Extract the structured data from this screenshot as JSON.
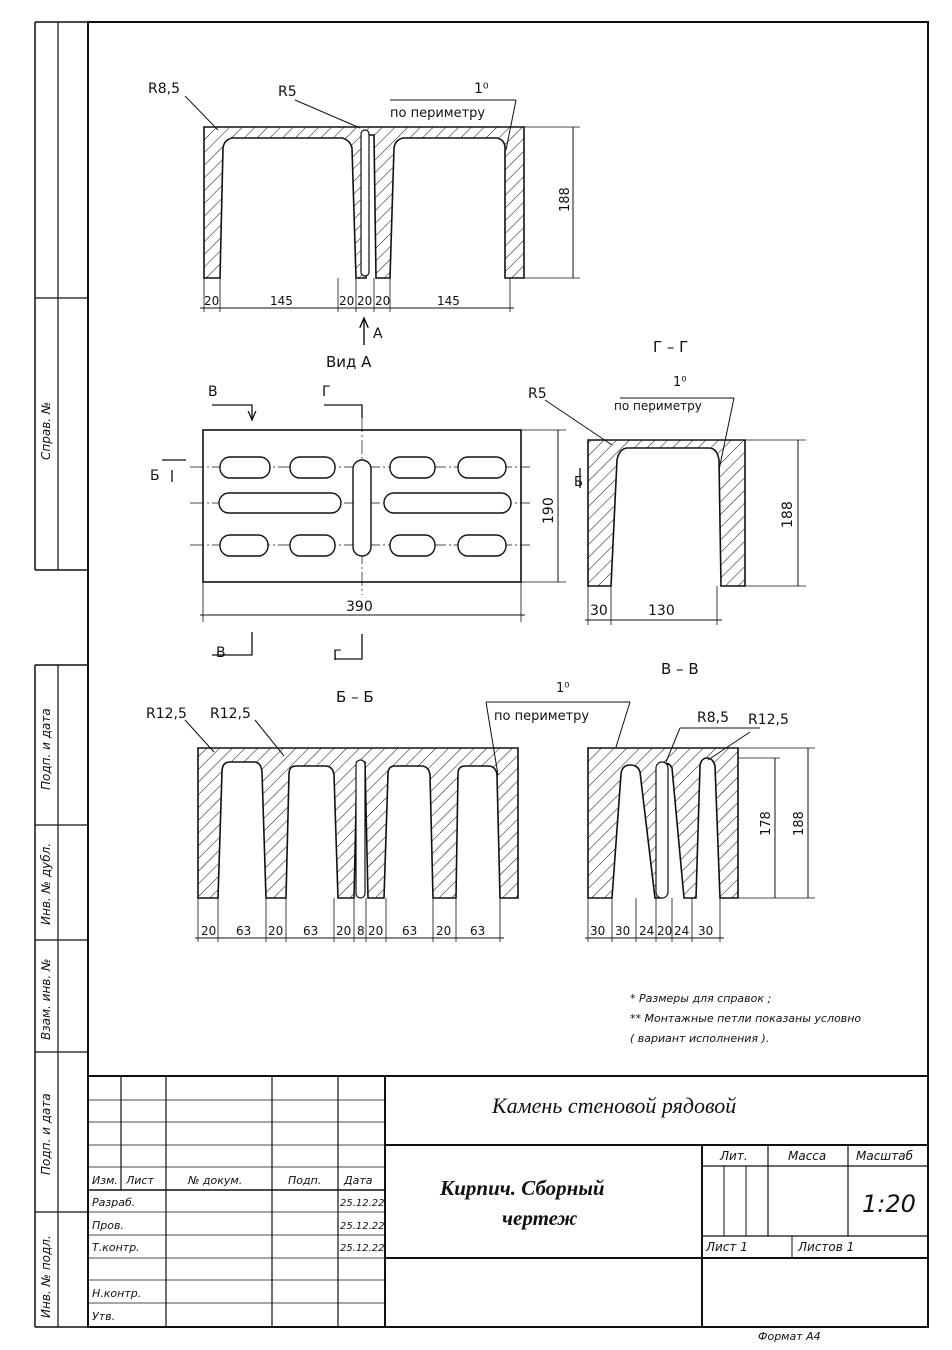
{
  "frame": {
    "side_labels": [
      "Справ. №",
      "Подп. и дата",
      "Инв. № дубл.",
      "Взам. инв. №",
      "Подп. и дата",
      "Инв. № подл."
    ],
    "format": "Формат А4"
  },
  "views": {
    "front": {
      "r1": "R8,5",
      "r2": "R5",
      "slope_top": "1⁰",
      "slope_bottom": "по периметру",
      "height": "188",
      "dims": [
        "20",
        "145",
        "20",
        "20",
        "20",
        "145"
      ],
      "view_arrow": "А"
    },
    "plan": {
      "title": "Вид А",
      "sec_v": "В",
      "sec_g": "Г",
      "sec_b": "Б",
      "width": "390",
      "height": "190"
    },
    "gg": {
      "title": "Г – Г",
      "r": "R5",
      "slope_top": "1⁰",
      "slope_bottom": "по периметру",
      "sec_b": "Б",
      "height": "188",
      "dims": [
        "30",
        "130"
      ]
    },
    "bb": {
      "title": "Б – Б",
      "r1": "R12,5",
      "r2": "R12,5",
      "slope_top": "1⁰",
      "slope_bottom": "по периметру",
      "dims": [
        "20",
        "63",
        "20",
        "63",
        "20",
        "8",
        "20",
        "63",
        "20",
        "63"
      ]
    },
    "vv": {
      "title": "В – В",
      "r1": "R8,5",
      "r2": "R12,5",
      "inner_height": "178",
      "height": "188",
      "dims": [
        "30",
        "30",
        "24",
        "20",
        "24",
        "30"
      ]
    }
  },
  "notes": [
    "* Размеры для справок ;",
    "** Монтажные петли показаны условно",
    "( вариант исполнения )."
  ],
  "title_block": {
    "doc_name": "Камень стеновой рядовой",
    "title_line1": "Кирпич. Сборный",
    "title_line2": "чертеж",
    "col_headers": [
      "Изм.",
      "Лист",
      "№ докум.",
      "Подп.",
      "Дата"
    ],
    "rows": [
      {
        "role": "Разраб.",
        "date": "25.12.22"
      },
      {
        "role": "Пров.",
        "date": "25.12.22"
      },
      {
        "role": "Т.контр.",
        "date": "25.12.22"
      },
      {
        "role": "",
        "date": ""
      },
      {
        "role": "Н.контр.",
        "date": ""
      },
      {
        "role": "Утв.",
        "date": ""
      }
    ],
    "lit": "Лит.",
    "mass": "Масса",
    "scale_label": "Масштаб",
    "scale": "1:20",
    "sheet": "Лист  1",
    "sheets": "Листов  1"
  }
}
